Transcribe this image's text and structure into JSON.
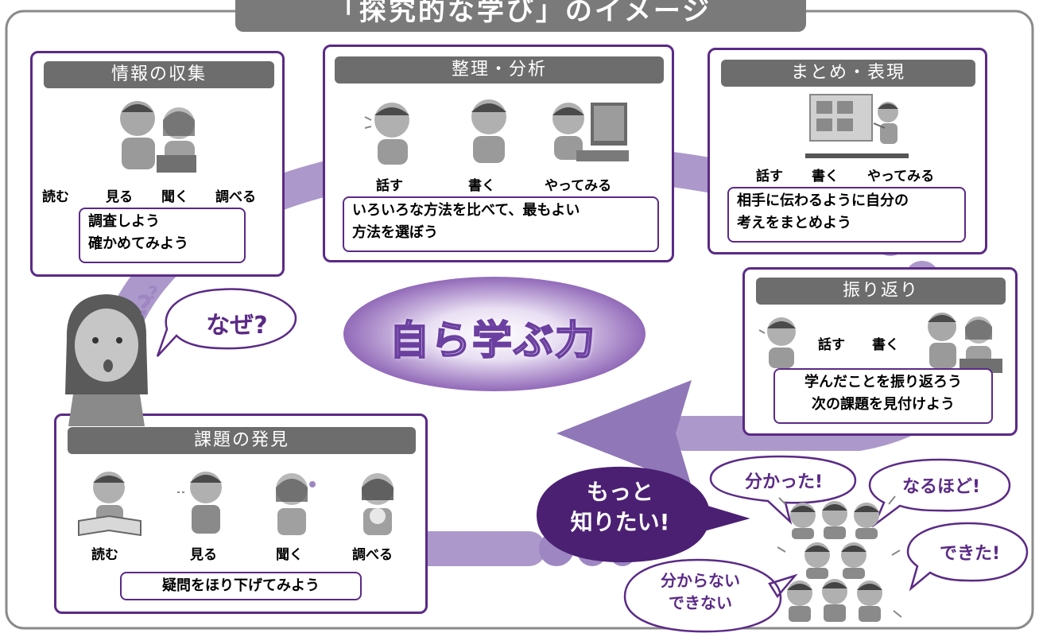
{
  "title": "「探究的な学び」のイメージ",
  "center_label": "自ら学ぶ力",
  "colors": {
    "accent": "#5b2a86",
    "arrow": "#9d86c2",
    "header_gray": "#6d6d6d",
    "frame_gray": "#8a8a8a"
  },
  "panels": {
    "collect": {
      "header": "情報の収集",
      "verbs": [
        "読む",
        "見る",
        "聞く",
        "調べる"
      ],
      "message_lines": [
        "調査しよう",
        "確かめてみよう"
      ]
    },
    "organize": {
      "header": "整理・分析",
      "verbs": [
        "話す",
        "書く",
        "やってみる"
      ],
      "message_lines": [
        "いろいろな方法を比べて、最もよい",
        "方法を選ぼう"
      ]
    },
    "summary": {
      "header": "まとめ・表現",
      "verbs": [
        "話す",
        "書く",
        "やってみる"
      ],
      "message_lines": [
        "相手に伝わるように自分の",
        "考えをまとめよう"
      ]
    },
    "reflect": {
      "header": "振り返り",
      "verbs": [
        "話す",
        "書く"
      ],
      "message_lines": [
        "学んだことを振り返ろう",
        "次の課題を見付けよう"
      ]
    },
    "discover": {
      "header": "課題の発見",
      "verbs": [
        "読む",
        "見る",
        "聞く",
        "調べる"
      ],
      "message": "疑問をほり下げてみよう"
    }
  },
  "bubbles": {
    "why": "なぜ?",
    "want_more_lines": [
      "もっと",
      "知りたい!"
    ],
    "understood": "分かった!",
    "i_see": "なるほど!",
    "did_it": "できた!",
    "dont_know_lines": [
      "分からない",
      "できない"
    ]
  },
  "icons": [
    "question-mark-icon",
    "person-reading-icon",
    "person-talking-icon",
    "computer-icon",
    "presentation-board-icon",
    "cheering-group-icon"
  ]
}
